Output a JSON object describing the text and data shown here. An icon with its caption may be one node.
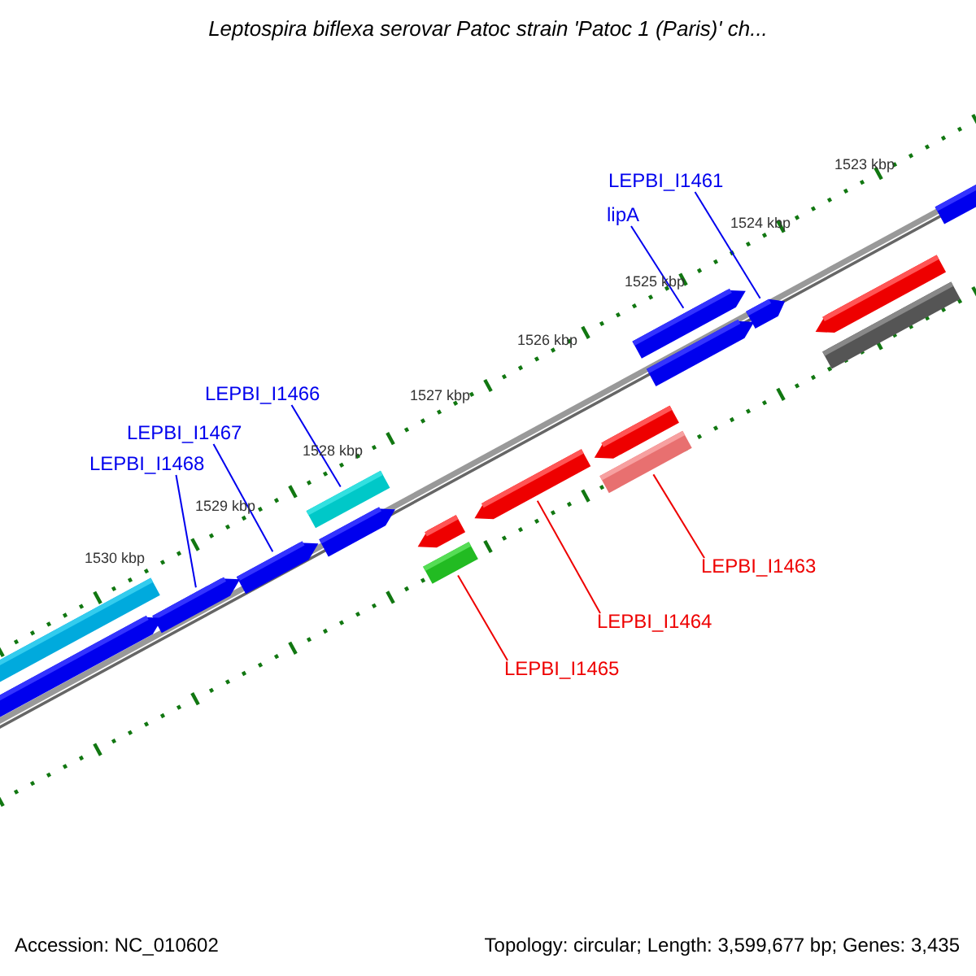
{
  "diagram": {
    "title": "Leptospira biflexa serovar Patoc strain 'Patoc 1 (Paris)' ch...",
    "nodes": [
      {
        "text": [
          "LEPBI_I1461"
        ]
      },
      {
        "text": [
          "lipA"
        ]
      },
      {
        "text": [
          "LEPBI_I1466"
        ]
      },
      {
        "text": [
          "LEPBI_I1467"
        ]
      },
      {
        "text": [
          "LEPBI_I1468"
        ]
      },
      {
        "text": [
          "LEPBI_I1463"
        ]
      },
      {
        "text": [
          "LEPBI_I1464"
        ]
      },
      {
        "text": [
          "LEPBI_I1465"
        ]
      },
      {
        "text": [],
        "shape": "arrow"
      },
      {
        "text": [],
        "shape": "arrow"
      },
      {
        "text": [],
        "shape": "arrow"
      },
      {
        "text": [],
        "shape": "arrow"
      },
      {
        "text": [],
        "shape": "bar"
      },
      {
        "text": [],
        "shape": "arrow"
      },
      {
        "text": [],
        "shape": "arrow"
      },
      {
        "text": [],
        "shape": "bar"
      },
      {
        "text": [],
        "shape": "arrow"
      },
      {
        "text": [],
        "shape": "bar"
      },
      {
        "text": [],
        "shape": "arrow"
      },
      {
        "text": [],
        "shape": "arrow"
      },
      {
        "text": [],
        "shape": "bar"
      },
      {
        "text": [],
        "shape": "arrow"
      },
      {
        "text": [],
        "shape": "arrow"
      },
      {
        "text": [],
        "shape": "bar"
      },
      {
        "text": [],
        "shape": "arrow"
      }
    ],
    "edges": [
      {
        "from": 0,
        "to": 10,
        "arrow": "none"
      },
      {
        "from": 1,
        "to": 11,
        "arrow": "none"
      },
      {
        "from": 2,
        "to": 17,
        "arrow": "none"
      },
      {
        "from": 3,
        "to": 21,
        "arrow": "none"
      },
      {
        "from": 4,
        "to": 22,
        "arrow": "none"
      },
      {
        "from": 5,
        "to": 15,
        "arrow": "none",
        "color": "#ee0000"
      },
      {
        "from": 6,
        "to": 16,
        "arrow": "none",
        "color": "#ee0000"
      },
      {
        "from": 7,
        "to": 20,
        "arrow": "none",
        "color": "#ee0000"
      }
    ],
    "labels": [
      "1523 kbp",
      "1524 kbp",
      "1525 kbp",
      "1526 kbp",
      "1527 kbp",
      "1528 kbp",
      "1529 kbp",
      "1530 kbp",
      "Accession: NC_010602",
      "Topology: circular; Length: 3,599,677 bp; Genes: 3,435"
    ]
  }
}
